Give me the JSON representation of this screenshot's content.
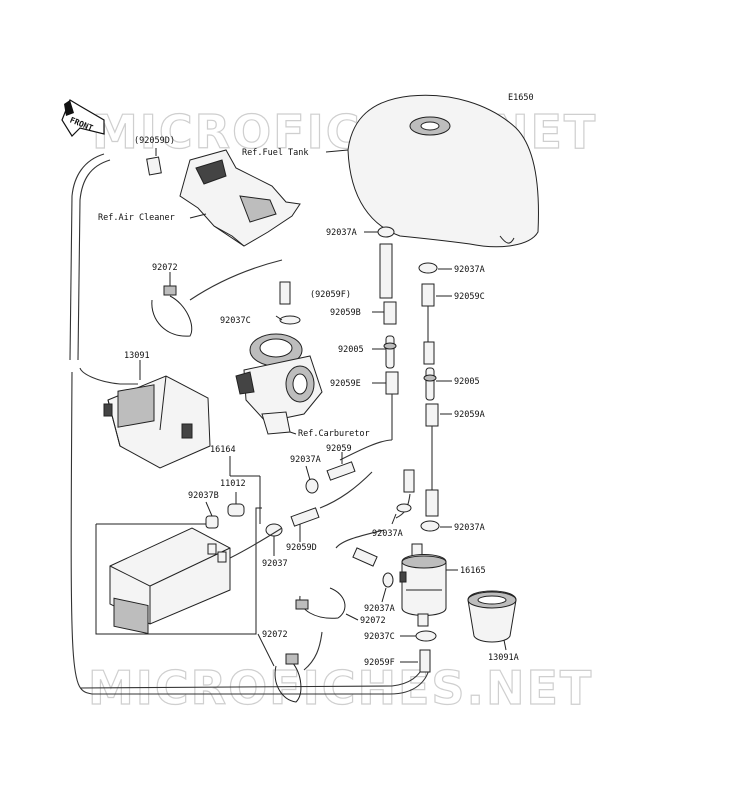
{
  "diagram_code": "E1650",
  "watermark": "MICROFICHES.NET",
  "front_arrow": "FRONT",
  "references": {
    "fuel_tank": "Ref.Fuel Tank",
    "air_cleaner": "Ref.Air Cleaner",
    "carburetor": "Ref.Carburetor"
  },
  "part_numbers": {
    "p92059D_top": "(92059D)",
    "p92072_top": "92072",
    "p92059F_mid": "(92059F)",
    "p92037C_mid": "92037C",
    "p13091": "13091",
    "p16164": "16164",
    "p11012": "11012",
    "p92037B": "92037B",
    "p92037_low": "92037",
    "p92059D_low": "92059D",
    "p92072_bottom": "92072",
    "p92037A_tank": "92037A",
    "p92059B": "92059B",
    "p92005_left": "92005",
    "p92059E": "92059E",
    "p92059_center": "92059",
    "p92037A_center": "92037A",
    "p92037A_right_top": "92037A",
    "p92059C": "92059C",
    "p92005_right": "92005",
    "p92059A": "92059A",
    "p92037A_pump_left": "92037A",
    "p92037A_pump_right": "92037A",
    "p16165": "16165",
    "p92037A_lower": "92037A",
    "p92072_right": "92072",
    "p92037C_lower": "92037C",
    "p92059F_lower": "92059F",
    "p13091A": "13091A"
  }
}
